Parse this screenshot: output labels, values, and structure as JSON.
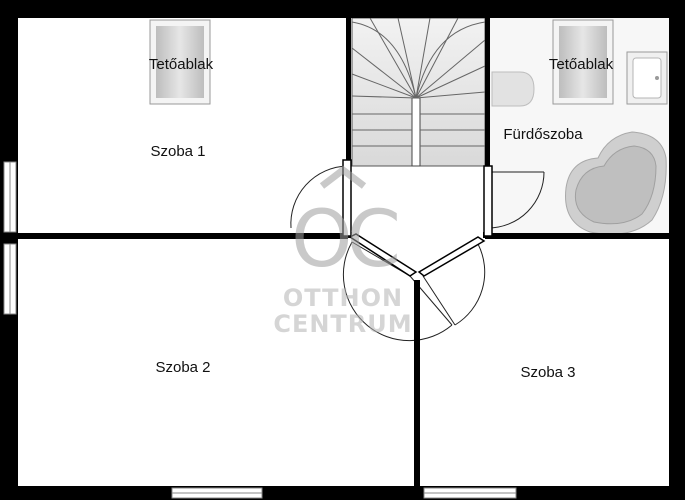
{
  "rooms": {
    "szoba1": "Szoba 1",
    "szoba2": "Szoba 2",
    "szoba3": "Szoba 3",
    "furdoszoba": "Fürdőszoba"
  },
  "skylights": {
    "left": "Tetőablak",
    "right": "Tetőablak"
  },
  "watermark": {
    "monogram": "OC",
    "line1": "OTTHON",
    "line2": "CENTRUM"
  },
  "colors": {
    "wall": "#000000",
    "fixture": "#cfcfcf",
    "watermark": "#b3b3b3"
  }
}
